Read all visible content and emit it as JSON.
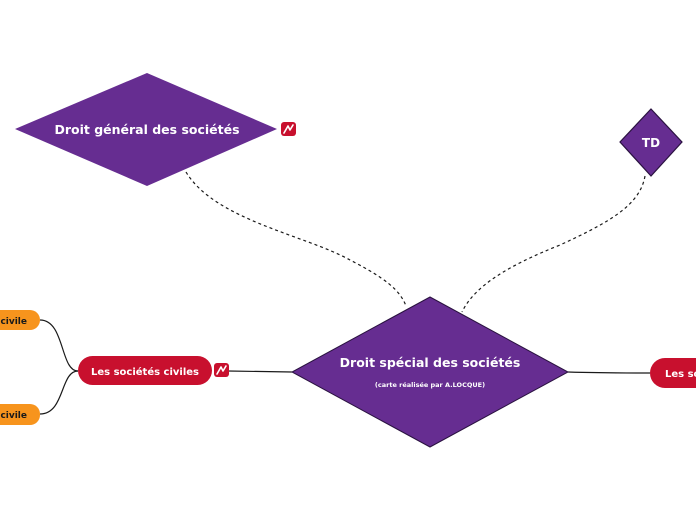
{
  "colors": {
    "purple": "#662d91",
    "purple_dark": "#4b1f6f",
    "red": "#c8102e",
    "orange": "#f7941d",
    "line": "#1a1a1a"
  },
  "nodes": {
    "general": {
      "label": "Droit général des sociétés",
      "icon": "mindmap-link-icon"
    },
    "td": {
      "label": "TD"
    },
    "central": {
      "label": "Droit spécial des sociétés",
      "sublabel": "(carte réalisée par A.LOCQUE)"
    },
    "civiles": {
      "label": "Les sociétés civiles",
      "icon": "mindmap-link-icon"
    },
    "right": {
      "label": "Les so"
    },
    "orange_top": {
      "label": "civile"
    },
    "orange_bottom": {
      "label": "civile"
    }
  }
}
